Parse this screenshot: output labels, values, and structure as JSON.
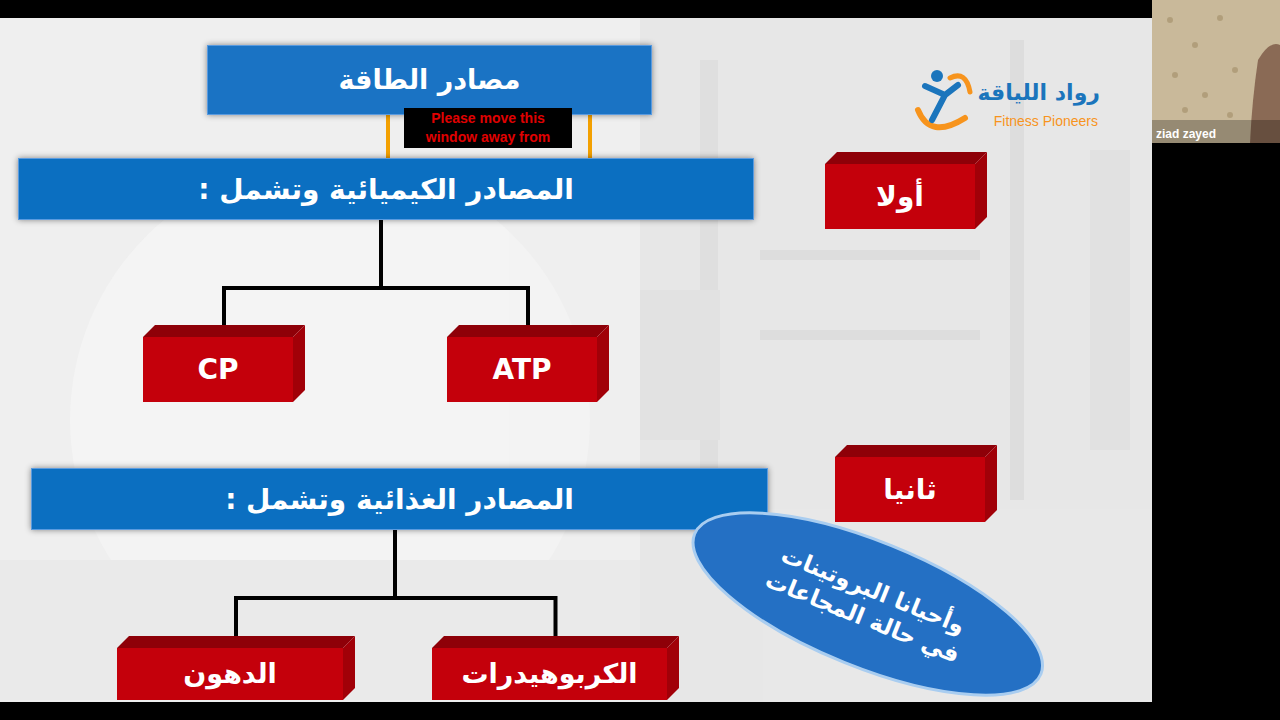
{
  "diagram": {
    "nodes": [
      {
        "text": [
          "مصادر الطاقة"
        ]
      },
      {
        "text": [
          "أولا"
        ]
      },
      {
        "text": [
          "المصادر الكيميائية وتشمل :"
        ]
      },
      {
        "text": [
          "ATP"
        ]
      },
      {
        "text": [
          "CP"
        ]
      },
      {
        "text": [
          "ثانيا"
        ]
      },
      {
        "text": [
          "المصادر الغذائية وتشمل :"
        ]
      },
      {
        "text": [
          "الكربوهيدرات"
        ]
      },
      {
        "text": [
          "الدهون"
        ]
      },
      {
        "text": [
          "وأحيانا البروتينات في حالة المجاعات"
        ]
      }
    ],
    "edges": [
      {
        "from": 2,
        "to": 3,
        "arrow": "none"
      },
      {
        "from": 2,
        "to": 4,
        "arrow": "none"
      },
      {
        "from": 6,
        "to": 7,
        "arrow": "none"
      },
      {
        "from": 6,
        "to": 8,
        "arrow": "none"
      }
    ],
    "labels": [
      "Please move this window away from",
      "رواد اللياقة",
      "Fitness Pioneers",
      "ziad zayed"
    ]
  }
}
